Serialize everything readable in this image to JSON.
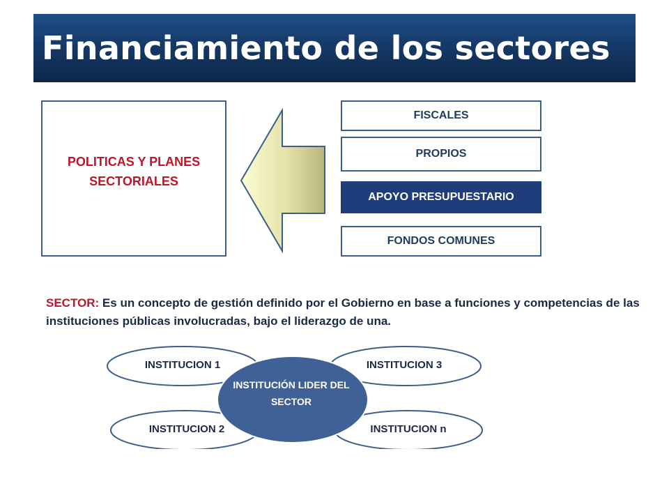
{
  "title": "Financiamiento de los sectores",
  "policy_box": {
    "label": "POLITICAS Y PLANES SECTORIALES"
  },
  "funding_sources": [
    {
      "label": "FISCALES",
      "highlighted": false
    },
    {
      "label": "PROPIOS",
      "highlighted": false
    },
    {
      "label": "APOYO PRESUPUESTARIO",
      "highlighted": true
    },
    {
      "label": "FONDOS COMUNES",
      "highlighted": false
    }
  ],
  "definition": {
    "term": "SECTOR:",
    "text": " Es un concepto de gestión definido por el Gobierno en base a funciones y competencias de las instituciones públicas involucradas, bajo el liderazgo de una."
  },
  "institutions": {
    "top_left": "INSTITUCION 1",
    "top_right": "INSTITUCION 3",
    "bottom_left": "INSTITUCION 2",
    "bottom_right": "INSTITUCION n",
    "lead": "INSTITUCIÓN LIDER DEL SECTOR"
  },
  "colors": {
    "title_bg": "#163a68",
    "accent_red": "#c0142a",
    "border_blue": "#3b5f8c",
    "highlight_blue": "#1f3d7a",
    "lead_ellipse": "#3f6196"
  }
}
